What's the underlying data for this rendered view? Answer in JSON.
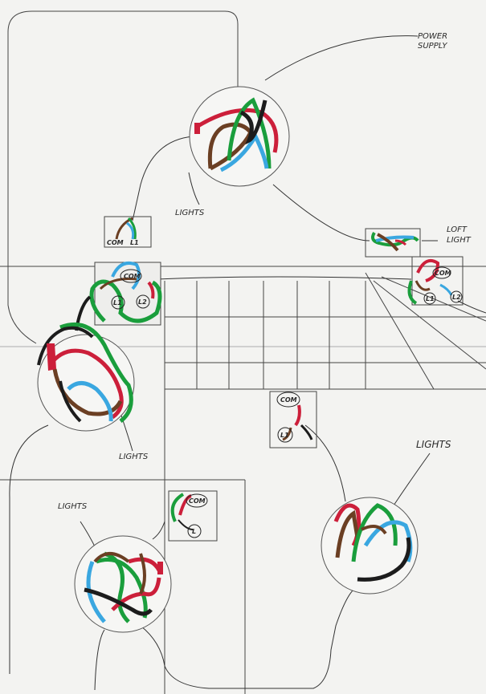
{
  "labels": {
    "power_supply_line1": "POWER",
    "power_supply_line2": "SUPPLY",
    "loft_light_line1": "LOFT",
    "loft_light_line2": "LIGHT",
    "lights_top": "LIGHTS",
    "lights_left": "LIGHTS",
    "lights_bottom_left": "LIGHTS",
    "lights_right": "LIGHTS"
  },
  "switches": {
    "top_small": {
      "com": "COM",
      "l1": "L1"
    },
    "left_two_way": {
      "com": "COM",
      "l1": "L1",
      "l2": "L2"
    },
    "right_two_way": {
      "com": "COM",
      "l1": "L1",
      "l2": "L2"
    },
    "center": {
      "com": "COM",
      "l1": "L1"
    },
    "bottom_left": {
      "com": "COM",
      "l": "L"
    }
  },
  "wire_colors": {
    "live": "#cc1f3a",
    "earth": "#1a9e3c",
    "neutral": "#6b3f23",
    "blue": "#3aa7e0",
    "black": "#1c1c1c",
    "pencil": "#3a3a3a"
  }
}
